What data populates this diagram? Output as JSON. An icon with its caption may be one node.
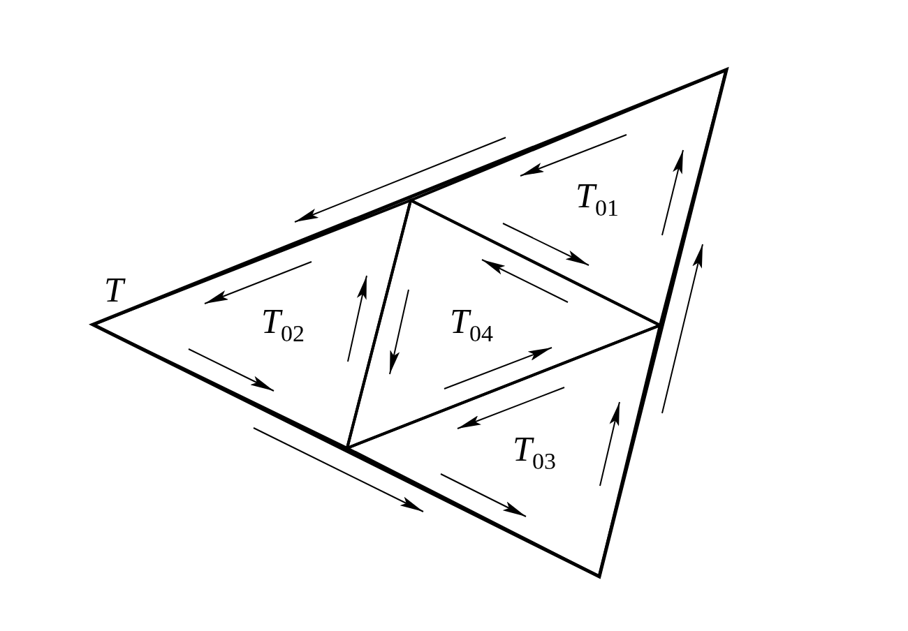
{
  "diagram": {
    "nodes": [
      {
        "text": [
          "T"
        ]
      },
      {
        "text": [
          "T$_{01}$"
        ],
        "in": 0
      },
      {
        "text": [
          "T$_{02}$"
        ],
        "in": 0
      },
      {
        "text": [
          "T$_{03}$"
        ],
        "in": 0
      },
      {
        "text": [
          "T$_{04}$"
        ],
        "in": 0
      }
    ]
  }
}
